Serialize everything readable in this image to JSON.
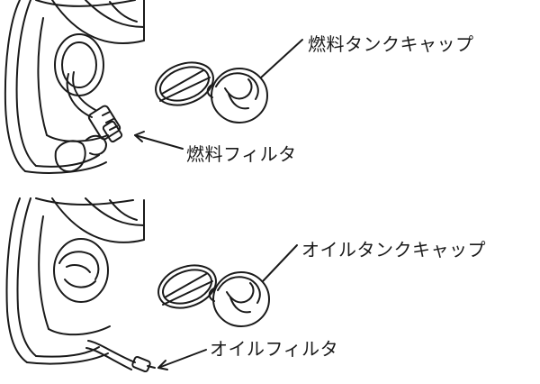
{
  "labels": {
    "fuel_tank_cap": "燃料タンクキャップ",
    "fuel_filter": "燃料フィルタ",
    "oil_tank_cap": "オイルタンクキャップ",
    "oil_filter": "オイルフィルタ"
  },
  "colors": {
    "line": "#1a1a1a",
    "background": "#ffffff"
  }
}
